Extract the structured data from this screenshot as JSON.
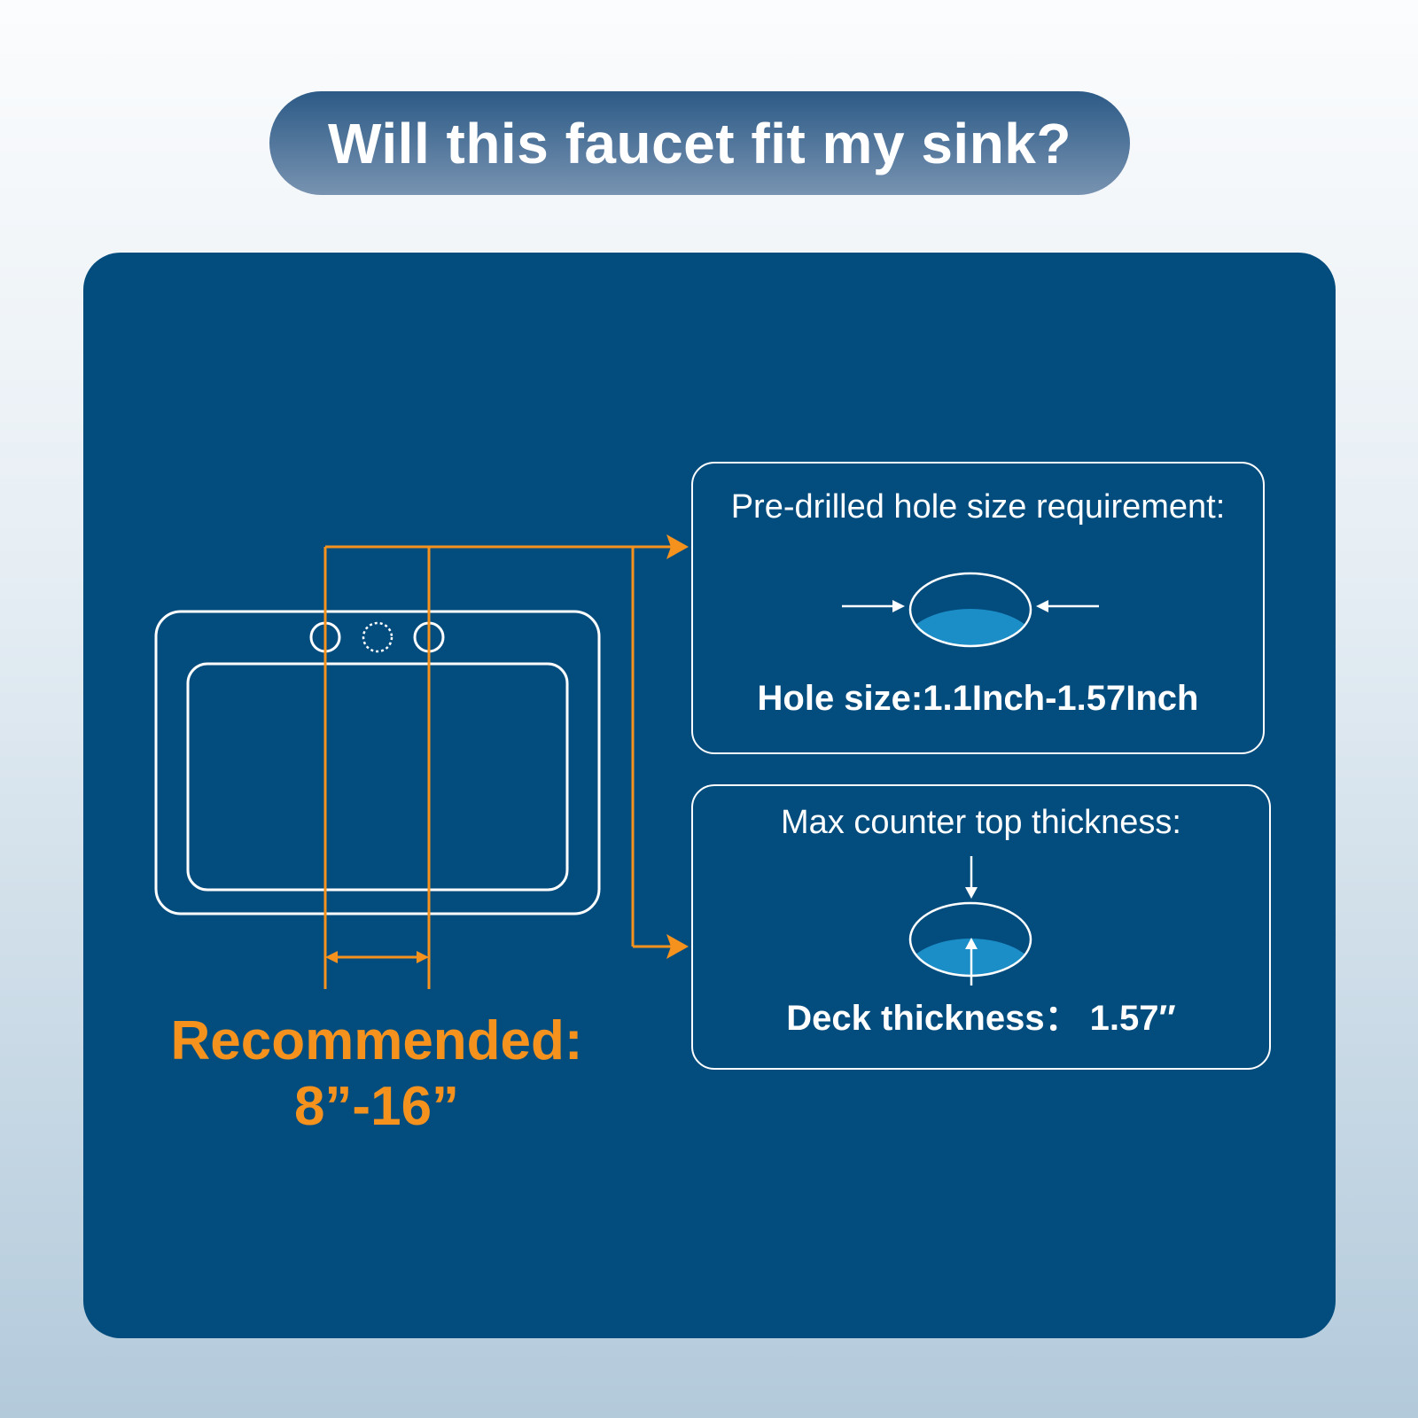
{
  "title": "Will this faucet fit my sink?",
  "hole_box": {
    "heading": "Pre-drilled hole size requirement:",
    "value": "Hole size:1.1Inch-1.57Inch"
  },
  "thickness_box": {
    "heading": "Max counter top thickness:",
    "value": "Deck thickness： 1.57″"
  },
  "recommended": {
    "label": "Recommended:",
    "value": "8”-16”"
  },
  "colors": {
    "panel": "#034d7e",
    "accent_orange": "#f5921e",
    "hole_fill": "#1b8ec8",
    "line": "#ffffff"
  }
}
